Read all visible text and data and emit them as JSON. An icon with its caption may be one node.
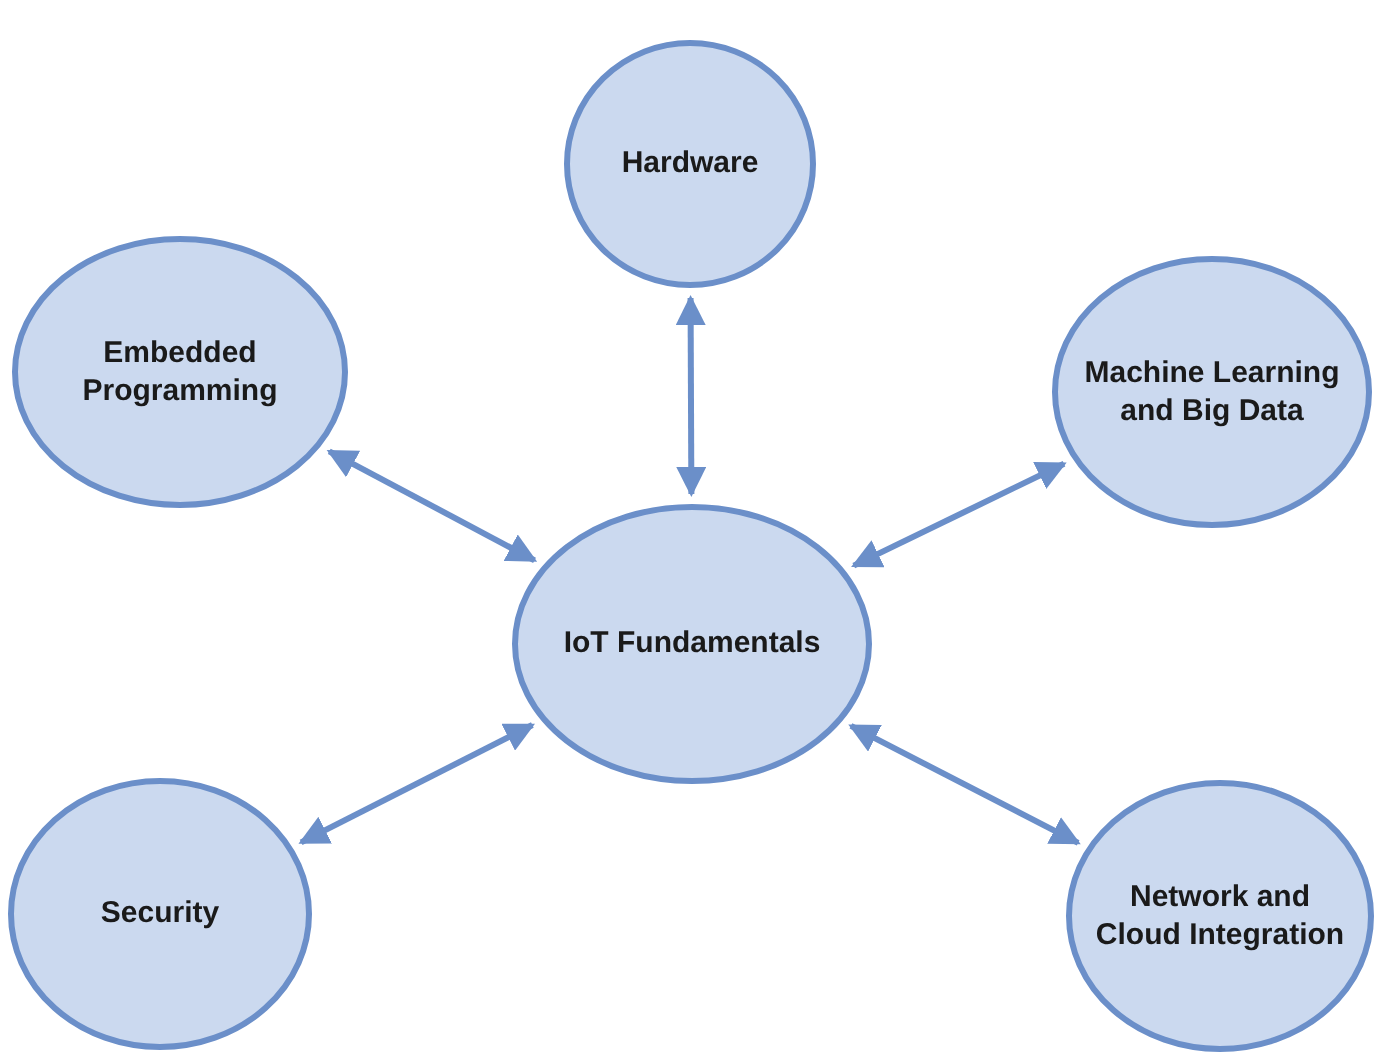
{
  "diagram": {
    "nodes": [
      {
        "text": [
          "Hardware"
        ]
      },
      {
        "text": [
          "Embedded Programming"
        ]
      },
      {
        "text": [
          "Machine Learning and Big Data"
        ]
      },
      {
        "text": [
          "IoT Fundamentals"
        ]
      },
      {
        "text": [
          "Security"
        ]
      },
      {
        "text": [
          "Network and Cloud Integration"
        ]
      }
    ],
    "edges": [
      {
        "from": 3,
        "to": 0,
        "arrow": "both"
      },
      {
        "from": 3,
        "to": 1,
        "arrow": "both"
      },
      {
        "from": 3,
        "to": 2,
        "arrow": "both"
      },
      {
        "from": 3,
        "to": 4,
        "arrow": "both"
      },
      {
        "from": 3,
        "to": 5,
        "arrow": "both"
      }
    ]
  }
}
